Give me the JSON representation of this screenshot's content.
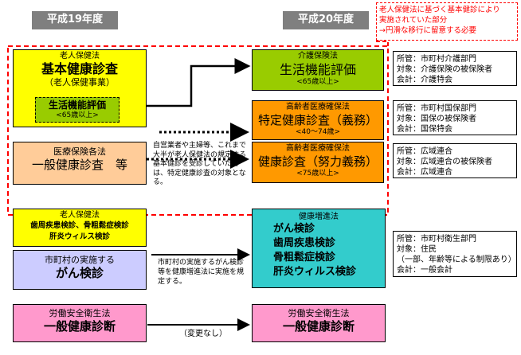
{
  "headers": {
    "left": "平成19年度",
    "right": "平成20年度"
  },
  "top_note": {
    "line1": "老人保健法に基づく基本健診により",
    "line2": "実施されていた部分",
    "line3": "→円滑な移行に留意する必要"
  },
  "left": {
    "elderly": {
      "law": "老人保健法",
      "title": "基本健康診査",
      "sub": "（老人保健事業）",
      "inner_title": "生活機能評価",
      "inner_sub": "<65歳以上>"
    },
    "insurance": {
      "law": "医療保険各法",
      "title": "一般健康診査　等"
    },
    "elderly2": {
      "law": "老人保健法",
      "line1": "歯周疾患検診、骨粗鬆症検診",
      "line2": "肝炎ウィルス検診"
    },
    "municipal": {
      "law": "市町村の実施する",
      "title": "がん検診"
    },
    "labor": {
      "law": "労働安全衛生法",
      "title": "一般健康診断"
    }
  },
  "right": {
    "care": {
      "law": "介護保険法",
      "title": "生活機能評価",
      "sub": "<65歳以上>"
    },
    "specific": {
      "law": "高齢者医療確保法",
      "title": "特定健康診査（義務）",
      "sub": "<40～74歳>"
    },
    "health": {
      "law": "高齢者医療確保法",
      "title": "健康診査（努力義務）",
      "sub": "<75歳以上>"
    },
    "promotion": {
      "law": "健康増進法",
      "items": [
        "がん検診",
        "歯周疾患検診",
        "骨粗鬆症検診",
        "肝炎ウィルス検診"
      ]
    },
    "labor": {
      "law": "労働安全衛生法",
      "title": "一般健康診断"
    }
  },
  "notes": {
    "transition": "自営業者や主婦等、これまで大半が老人保健法の規定する基本健診を受診していた者は、特定健康診査の対象となる。",
    "promotion": "市町村の実施するがん検診等を健康増進法に実施を規定する。",
    "unchanged": "（変更なし）"
  },
  "info": {
    "care": [
      "所管：市町村介護部門",
      "対象：介護保険の被保険者",
      "会計：介護特会"
    ],
    "specific": [
      "所管：市町村国保部門",
      "対象：国保の被保険者",
      "会計：国保特会"
    ],
    "health": [
      "所管：広域連合",
      "対象：広域連合の被保険者",
      "会計：広域連合"
    ],
    "promotion": [
      "所管：市町村衛生部門",
      "対象：住民",
      "（一部、年齢等による制限あり）",
      "会計：一般会計"
    ]
  },
  "colors": {
    "yellow": "#ffff00",
    "green": "#99cc00",
    "orange": "#ff9900",
    "peach": "#ffcc99",
    "lavender": "#ccccff",
    "teal": "#33cccc",
    "pink": "#ff99cc",
    "red": "#ff0000",
    "gray": "#7f7f7f"
  }
}
